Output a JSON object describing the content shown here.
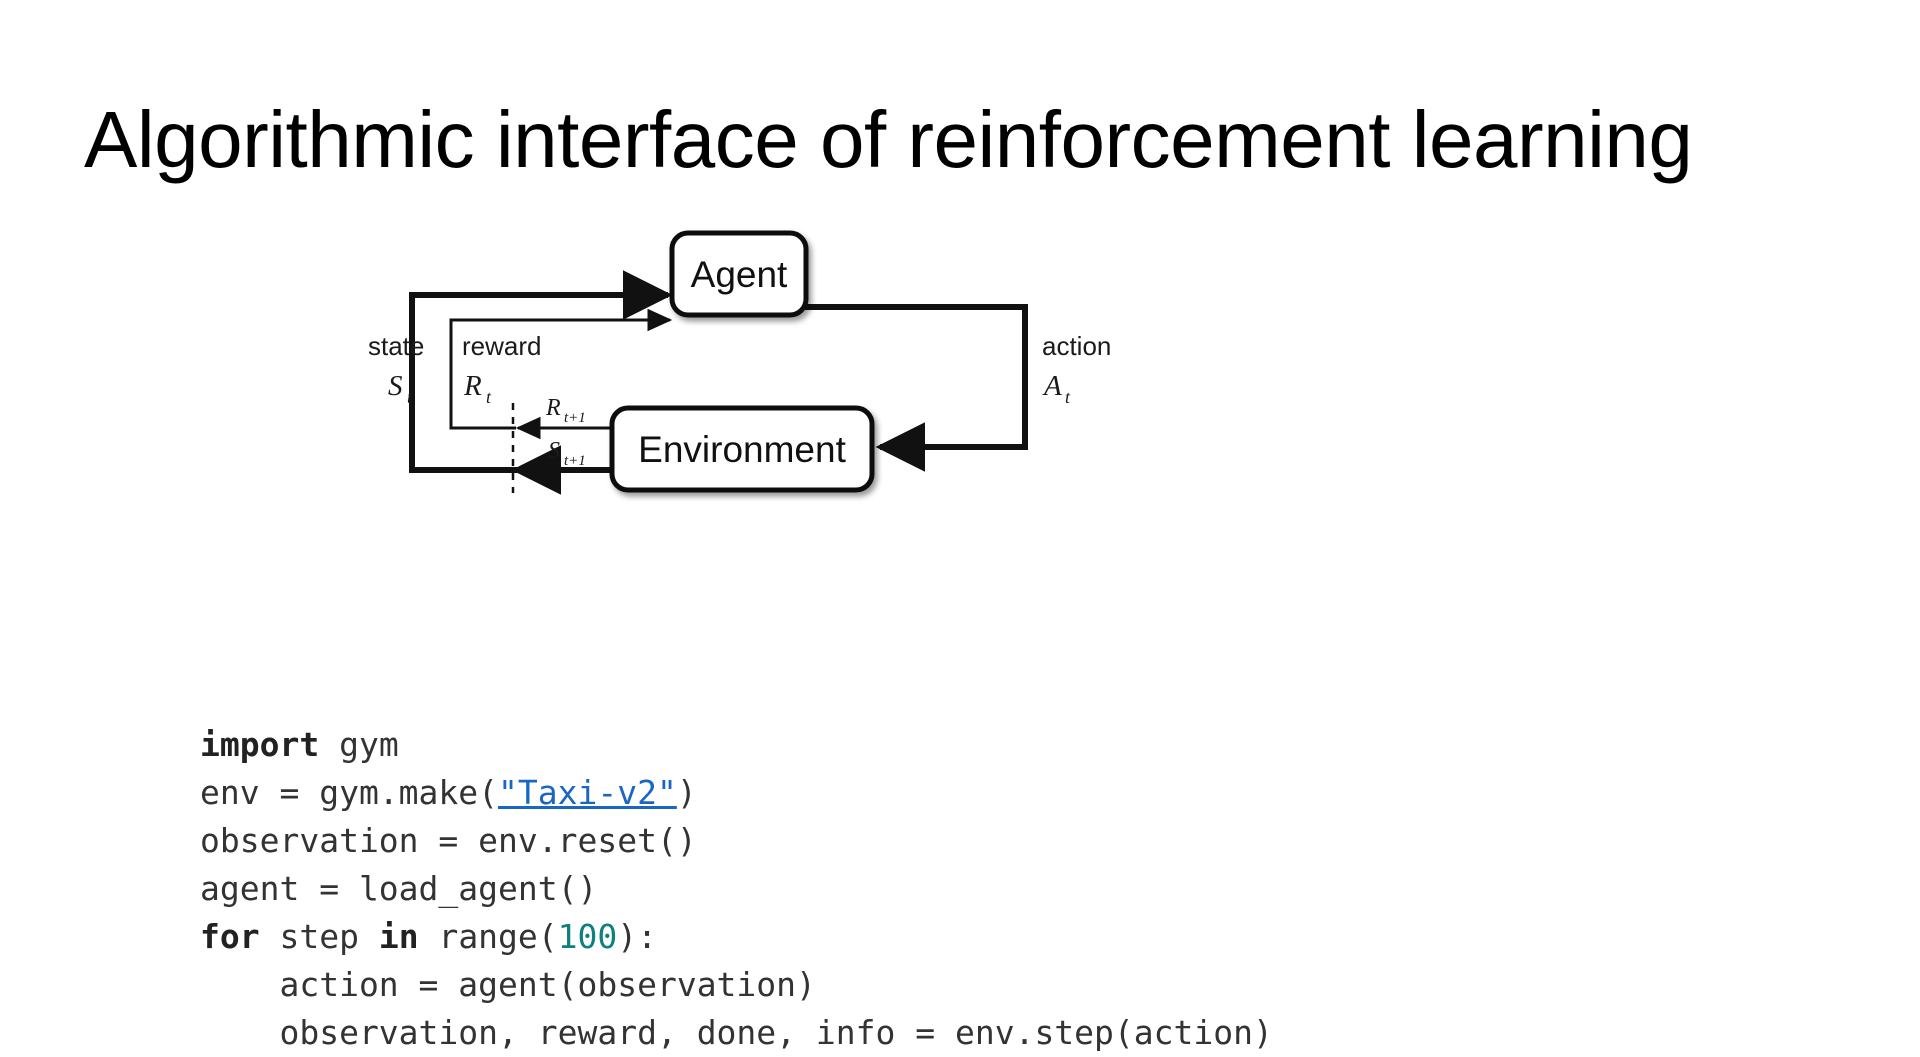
{
  "slide": {
    "title": "Algorithmic interface of reinforcement learning",
    "background_color": "#ffffff",
    "text_color": "#000000"
  },
  "diagram": {
    "name": "agent-environment-interaction-loop",
    "nodes": [
      {
        "id": "agent",
        "label": "Agent"
      },
      {
        "id": "environment",
        "label": "Environment"
      }
    ],
    "edge_labels": [
      {
        "id": "state",
        "word": "state",
        "symbol": "S",
        "subscript": "t"
      },
      {
        "id": "reward",
        "word": "reward",
        "symbol": "R",
        "subscript": "t"
      },
      {
        "id": "action",
        "word": "action",
        "symbol": "A",
        "subscript": "t"
      }
    ],
    "inline_labels": [
      {
        "id": "reward-next",
        "symbol": "R",
        "subscript": "t+1"
      },
      {
        "id": "state-next",
        "symbol": "S",
        "subscript": "t+1"
      }
    ],
    "stroke_color": "#111111"
  },
  "code": {
    "language": "python",
    "keyword_color": "#222222",
    "number_color": "#0f8080",
    "link_color": "#1a66c4",
    "text_color": "#333333",
    "lines": [
      {
        "id": "l1",
        "tokens": [
          {
            "t": "import",
            "style": "kw"
          },
          {
            "t": " gym",
            "style": "plain"
          }
        ]
      },
      {
        "id": "l2",
        "tokens": [
          {
            "t": "env = gym.make(",
            "style": "plain"
          },
          {
            "t": "\"Taxi-v2\"",
            "style": "link"
          },
          {
            "t": ")",
            "style": "plain"
          }
        ]
      },
      {
        "id": "l3",
        "tokens": [
          {
            "t": "observation = env.reset()",
            "style": "plain"
          }
        ]
      },
      {
        "id": "l4",
        "tokens": [
          {
            "t": "agent = load_agent()",
            "style": "plain"
          }
        ]
      },
      {
        "id": "l5",
        "tokens": [
          {
            "t": "for",
            "style": "kw"
          },
          {
            "t": " step ",
            "style": "plain"
          },
          {
            "t": "in",
            "style": "kw"
          },
          {
            "t": " range(",
            "style": "plain"
          },
          {
            "t": "100",
            "style": "num"
          },
          {
            "t": "):",
            "style": "plain"
          }
        ]
      },
      {
        "id": "l6",
        "tokens": [
          {
            "t": "    action = agent(observation)",
            "style": "plain"
          }
        ]
      },
      {
        "id": "l7",
        "tokens": [
          {
            "t": "    observation, reward, done, info = env.step(action)",
            "style": "plain"
          }
        ]
      }
    ]
  }
}
